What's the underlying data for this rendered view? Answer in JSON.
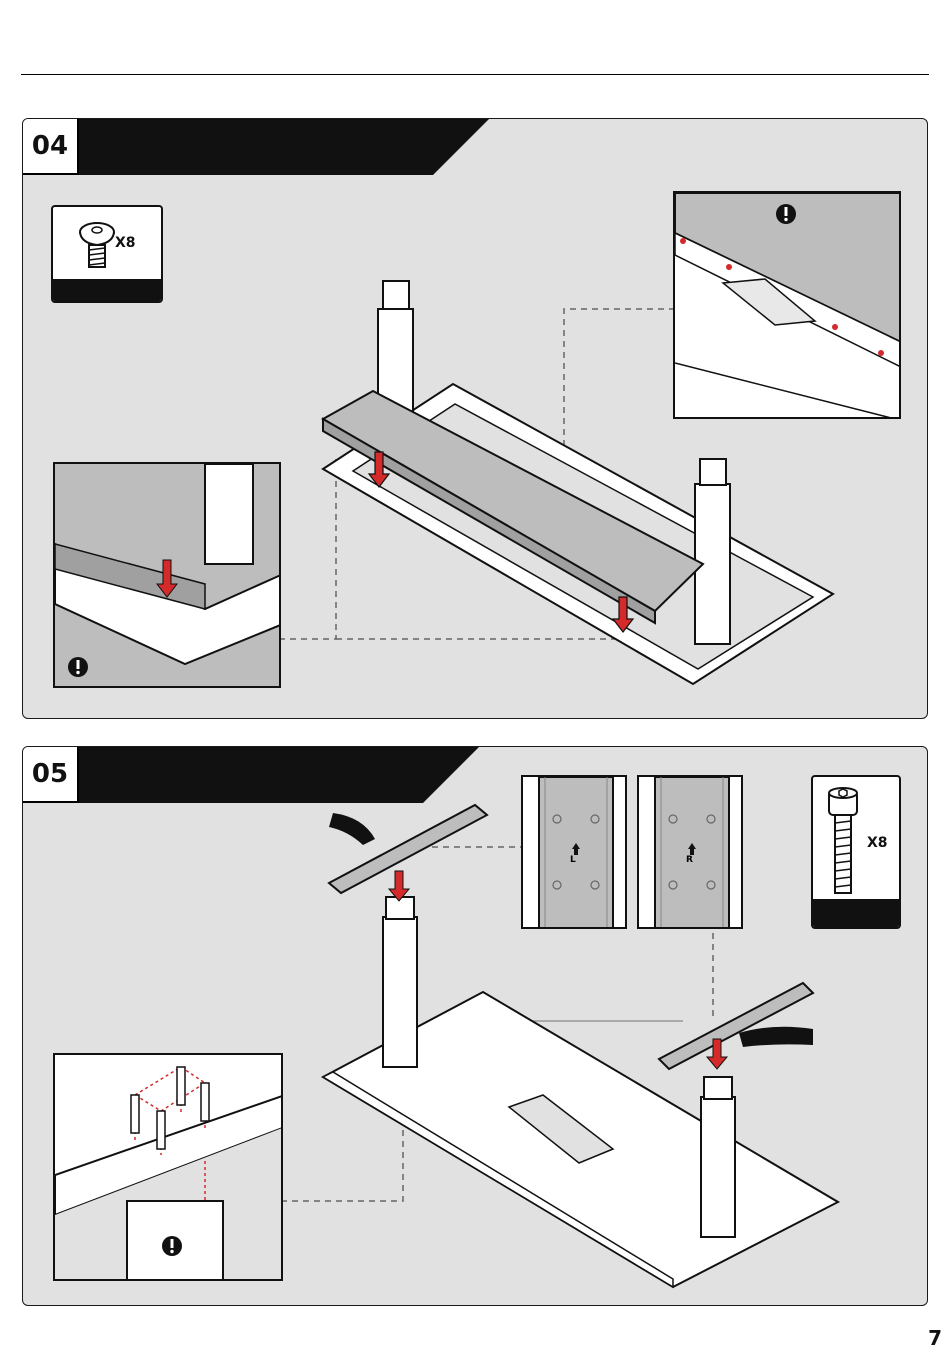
{
  "steps": [
    {
      "number": "04",
      "hardware_count": "X8",
      "hardware_icon": "button-head-screw-icon"
    },
    {
      "number": "05",
      "hardware_count": "X8",
      "hardware_icon": "socket-cap-bolt-icon"
    }
  ],
  "orientation_labels": {
    "left": "L",
    "right": "R"
  },
  "page_number": "7",
  "colors": {
    "panel": "#e1e1e1",
    "band": "#111111",
    "arrow": "#d42a2a",
    "part": "#bdbdbd"
  }
}
